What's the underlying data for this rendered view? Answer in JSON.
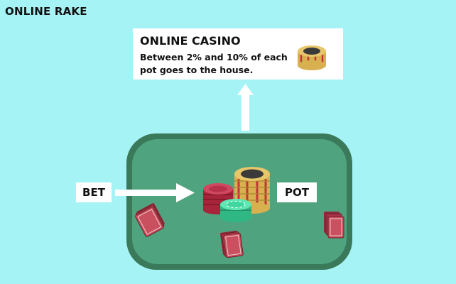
{
  "title": "ONLINE RAKE",
  "info": {
    "heading": "ONLINE CASINO",
    "body": "Between 2% and 10% of each pot goes to the house."
  },
  "labels": {
    "bet": "BET",
    "pot": "POT"
  },
  "colors": {
    "background": "#a5f3f5",
    "table_felt": "#4fa37e",
    "table_rim": "#3a7a5b",
    "arrow": "#ffffff",
    "chip_gold": "#e8c66a",
    "chip_red": "#c2304a",
    "chip_green": "#3fd6a0"
  }
}
